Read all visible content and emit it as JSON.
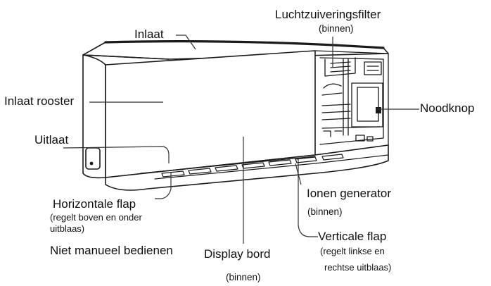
{
  "labels": {
    "inlaat": "Inlaat",
    "filter": "Luchtzuiveringsfilter",
    "filter_note": "(binnen)",
    "inlaat_rooster": "Inlaat rooster",
    "noodknop": "Noodknop",
    "uitlaat": "Uitlaat",
    "ionen": "Ionen generator",
    "ionen_note": "(binnen)",
    "horizontale_flap": "Horizontale flap",
    "horizontale_note_1": "(regelt boven en onder",
    "horizontale_note_2": "uitblaas)",
    "niet_manueel": "Niet manueel bedienen",
    "display": "Display bord",
    "display_note": "(binnen)",
    "verticale_flap": "Verticale flap",
    "verticale_note_1": "(regelt linkse en",
    "verticale_note_2": "rechtse uitblaas)"
  }
}
